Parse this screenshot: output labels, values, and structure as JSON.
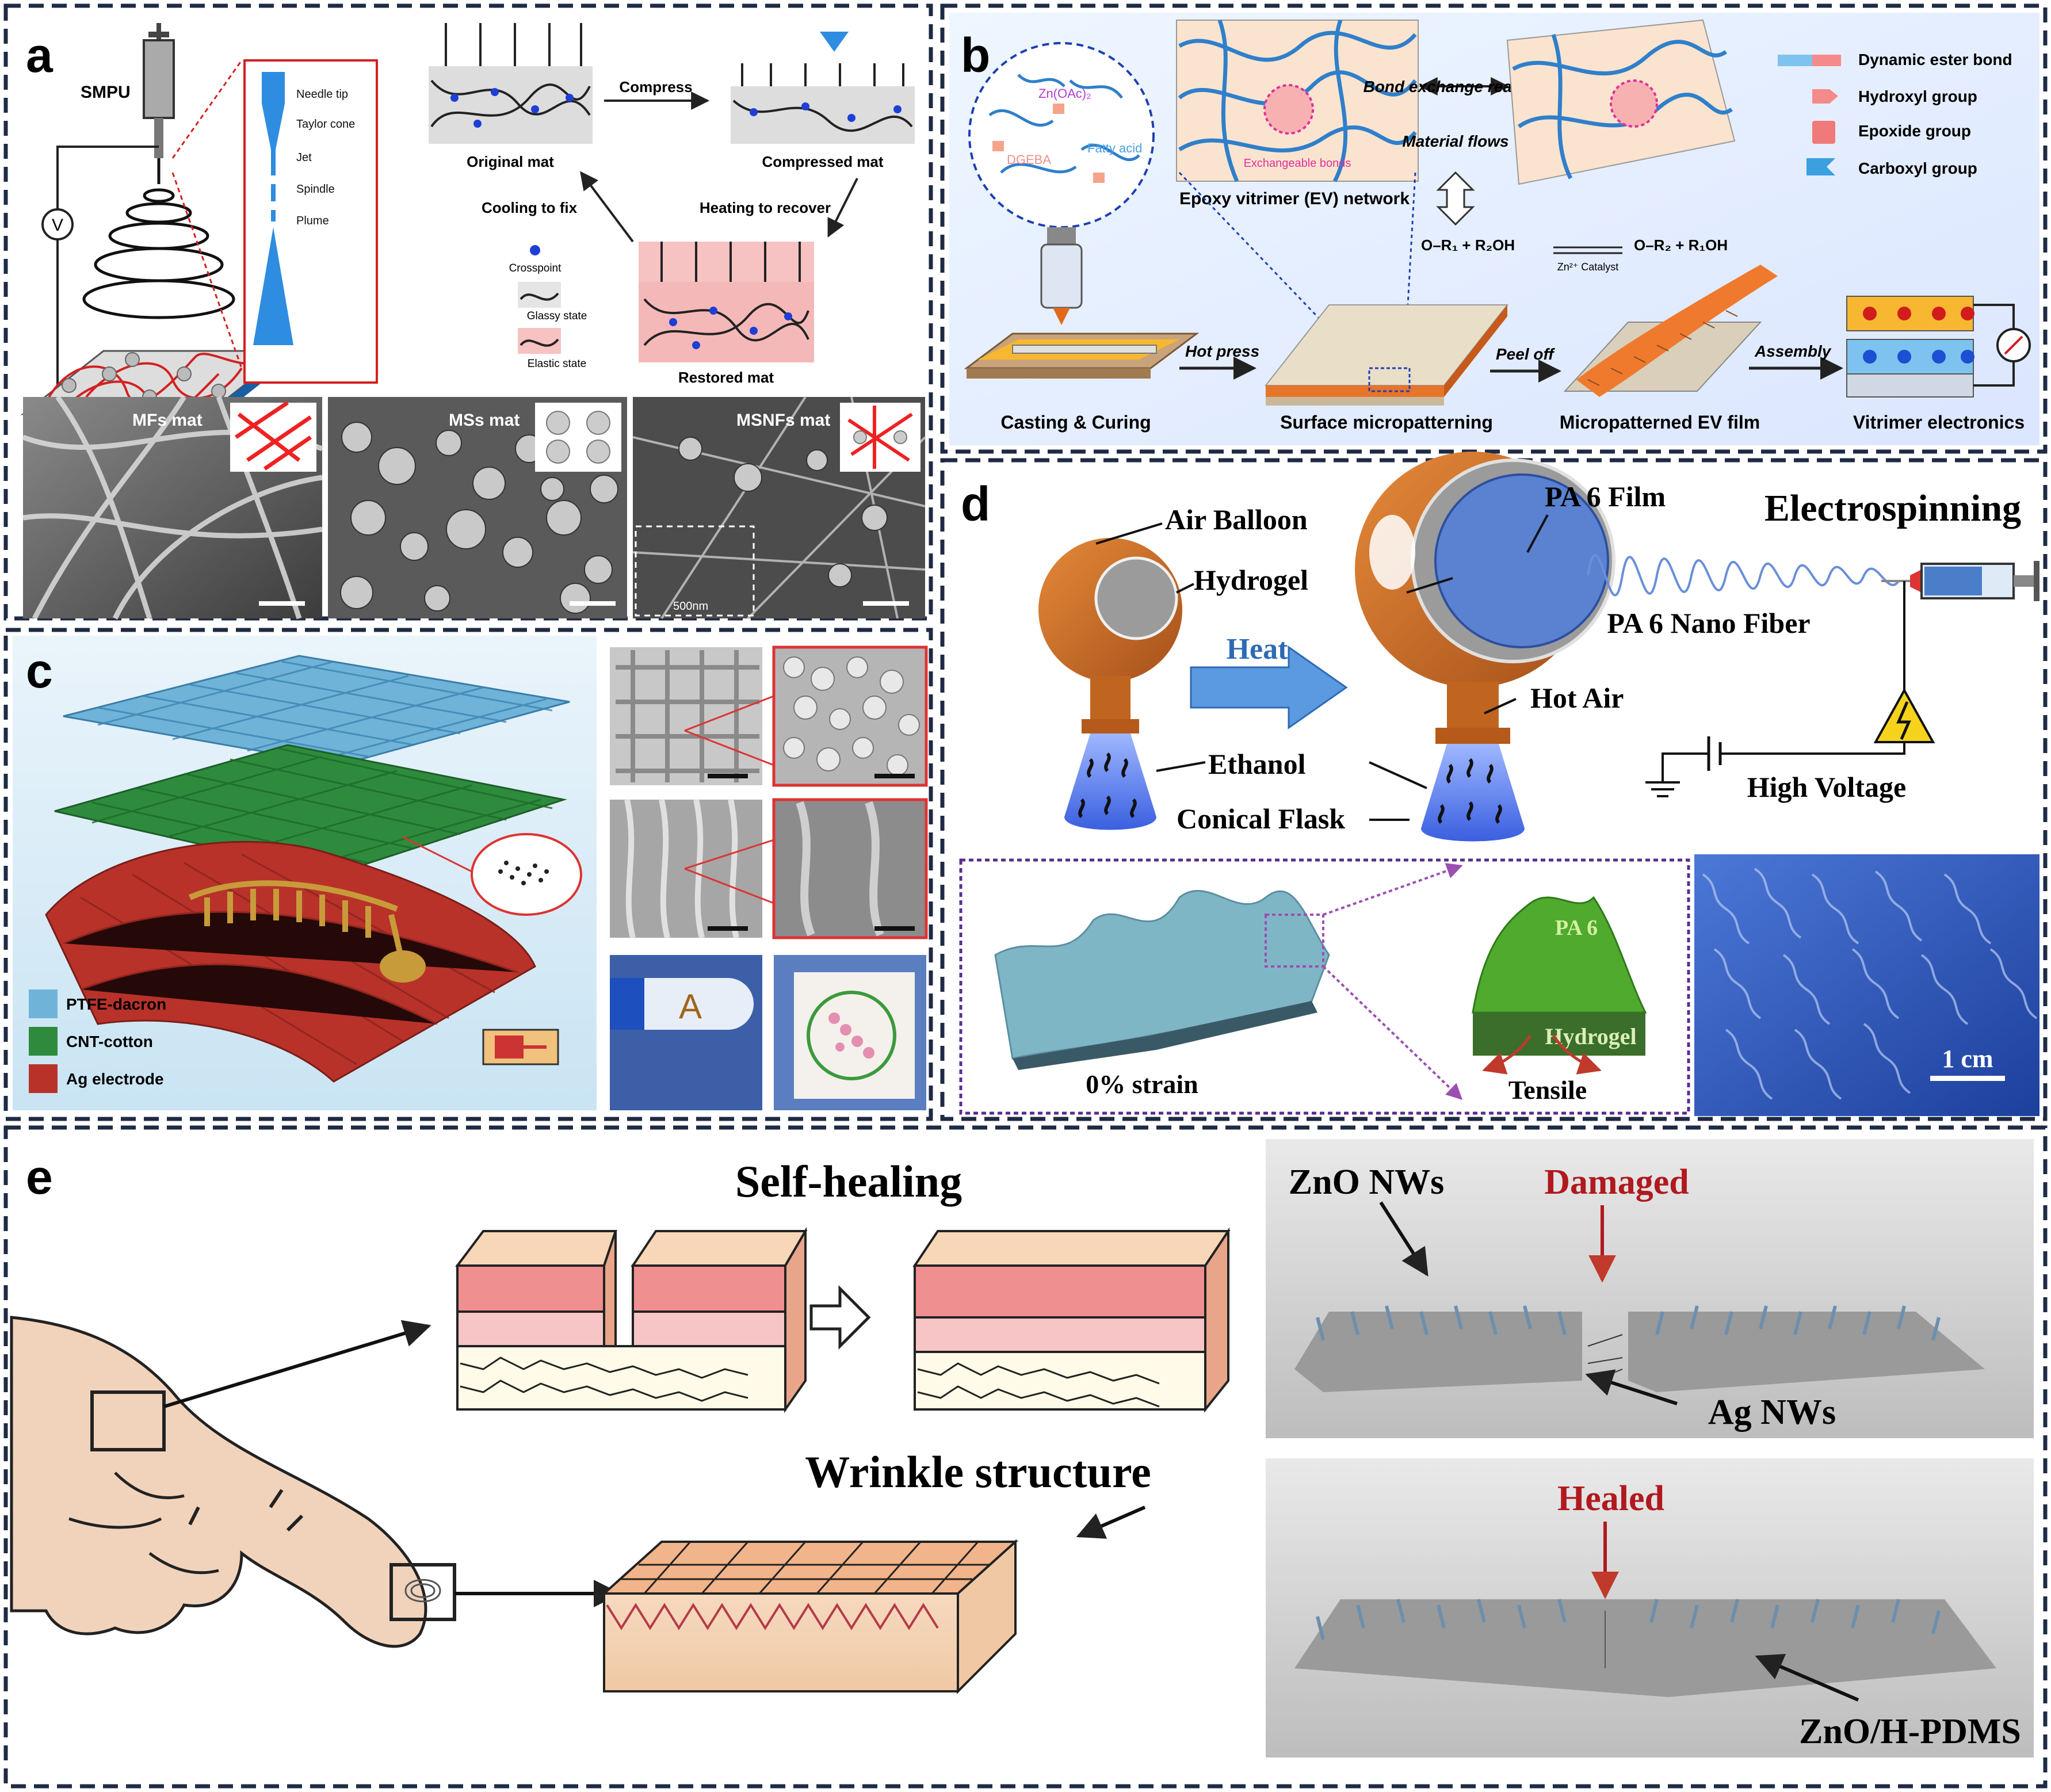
{
  "colors": {
    "frame_dash": "#1f2a44",
    "hydrogel_red": "#c0392b",
    "damaged_red": "#b0191e",
    "balloon_orange": "#d2691e",
    "arrow_blue": "#4a8fd8",
    "ev_bg": "#e8efff",
    "textile_blue": "#6fb3d9",
    "textile_green": "#2e8b3d",
    "textile_red": "#b8322a"
  },
  "panel_a": {
    "letter": "a",
    "smpu": "SMPU",
    "voltage": "V",
    "inset_labels": [
      "Needle tip",
      "Taylor cone",
      "Jet",
      "Spindle",
      "Plume"
    ],
    "original_mat": "Original mat",
    "compress": "Compress",
    "compressed_mat": "Compressed mat",
    "heating_to_recover": "Heating to recover",
    "cooling_to_fix": "Cooling to fix",
    "restored_mat": "Restored mat",
    "legend": [
      "Crosspoint",
      "Glassy state",
      "Elastic state"
    ],
    "sem_labels": [
      "MFs mat",
      "MSs mat",
      "MSNFs mat"
    ],
    "scale_500nm": "500nm"
  },
  "panel_b": {
    "letter": "b",
    "zn": "Zn(OAc)₂",
    "dgeba": "DGEBA",
    "fatty_acid": "Fatty acid",
    "exchangeable": "Exchangeable bonds",
    "ev_network": "Epoxy vitrimer (EV) network",
    "bond_exchange": "Bond exchange reactions",
    "material_flows": "Material flows",
    "legend": [
      "Dynamic ester bond",
      "Hydroxyl group",
      "Epoxide group",
      "Carboxyl group"
    ],
    "reaction_left": "O–R₁ + R₂OH",
    "catalyst": "Zn²⁺ Catalyst",
    "reaction_right": "O–R₂ + R₁OH",
    "hot_press": "Hot press",
    "peel_off": "Peel off",
    "assembly": "Assembly",
    "steps": [
      "Casting & Curing",
      "Surface micropatterning",
      "Micropatterned EV film",
      "Vitrimer electronics"
    ]
  },
  "panel_c": {
    "letter": "c",
    "legend": [
      "PTFE-dacron",
      "CNT-cotton",
      "Ag electrode"
    ],
    "photo_letter": "A"
  },
  "panel_d": {
    "letter": "d",
    "title": "Electrospinning",
    "air_balloon": "Air Balloon",
    "hydrogel": "Hydrogel",
    "heat": "Heat",
    "ethanol": "Ethanol",
    "conical_flask": "Conical Flask",
    "pa6_film": "PA 6 Film",
    "hot_air": "Hot Air",
    "pa6_nano_fiber": "PA 6 Nano Fiber",
    "high_voltage": "High Voltage",
    "strain": "0% strain",
    "pa6": "PA 6",
    "hydrogel_small": "Hydrogel",
    "tensile": "Tensile",
    "scale": "1 cm"
  },
  "panel_e": {
    "letter": "e",
    "self_healing": "Self-healing",
    "wrinkle": "Wrinkle structure",
    "zno_nws": "ZnO NWs",
    "damaged": "Damaged",
    "ag_nws": "Ag NWs",
    "healed": "Healed",
    "zno_hpdms": "ZnO/H-PDMS"
  }
}
